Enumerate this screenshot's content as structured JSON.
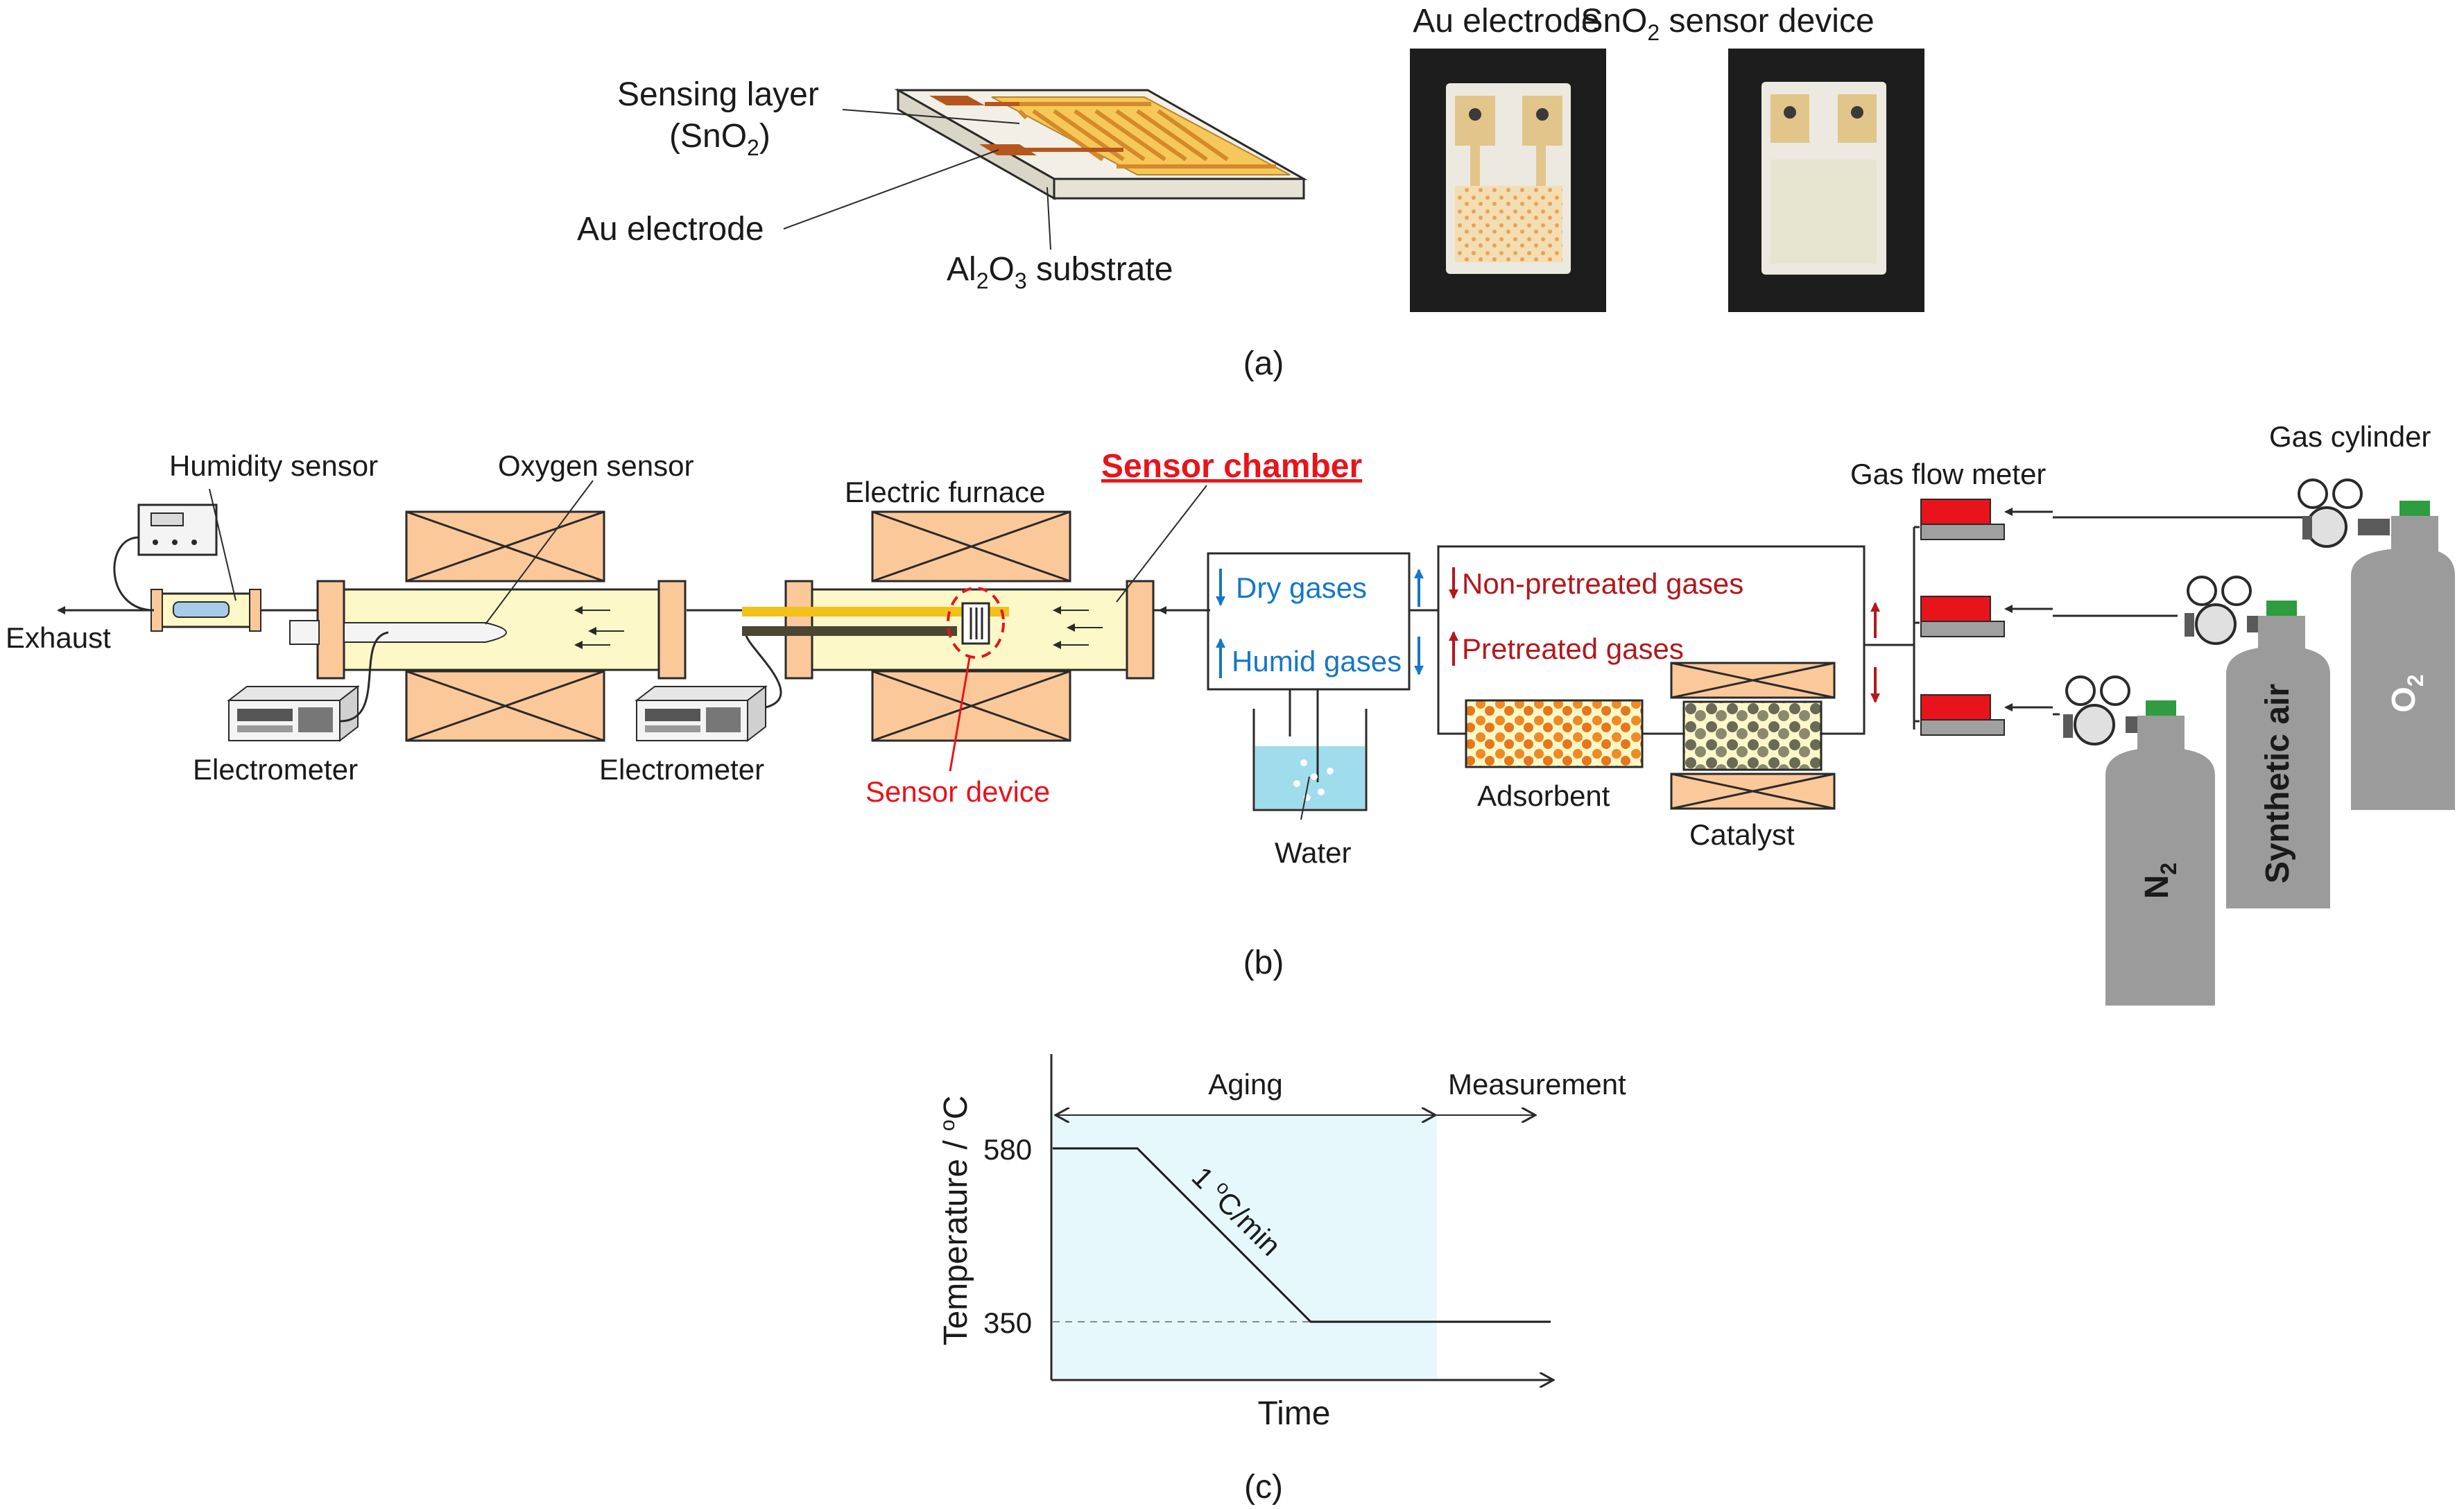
{
  "panel_a": {
    "labels": {
      "sensing_layer": "Sensing layer",
      "sensing_layer_sub_open": "(SnO",
      "sensing_layer_sub_num": "2",
      "sensing_layer_sub_close": ")",
      "au_electrode": "Au electrode",
      "substrate_pre": "Al",
      "substrate_n1": "2",
      "substrate_mid": "O",
      "substrate_n2": "3",
      "substrate_post": " substrate",
      "photo1_title": "Au electrode",
      "photo2_pre": "SnO",
      "photo2_num": "2",
      "photo2_post": " sensor device"
    },
    "caption": "(a)"
  },
  "panel_b": {
    "labels": {
      "humidity_sensor": "Humidity sensor",
      "oxygen_sensor": "Oxygen sensor",
      "electric_furnace": "Electric furnace",
      "sensor_chamber": "Sensor chamber",
      "exhaust": "Exhaust",
      "electrometer_left": "Electrometer",
      "electrometer_right": "Electrometer",
      "sensor_device": "Sensor device",
      "dry_gases": "Dry gases",
      "humid_gases": "Humid gases",
      "water": "Water",
      "non_pretreated": "Non-pretreated gases",
      "pretreated": "Pretreated gases",
      "adsorbent": "Adsorbent",
      "catalyst": "Catalyst",
      "gas_flow_meter": "Gas flow meter",
      "gas_cylinder": "Gas cylinder",
      "cyl_o2_letter": "O",
      "cyl_o2_num": "2",
      "cyl_air": "Synthetic air",
      "cyl_n2_letter": "N",
      "cyl_n2_num": "2"
    },
    "caption": "(b)"
  },
  "panel_c": {
    "labels": {
      "ylabel_pre": "Temperature / ",
      "ylabel_deg": "o",
      "ylabel_unit": "C",
      "xlabel": "Time",
      "aging": "Aging",
      "measurement": "Measurement",
      "rate_num": "1 ",
      "rate_deg": "o",
      "rate_unit": "C/min",
      "tick_580": "580",
      "tick_350": "350"
    },
    "caption": "(c)"
  },
  "colors": {
    "salmon": "#fbc89a",
    "tube_yellow": "#fdf8c8",
    "sensor_red": "#e8141b",
    "dry_blue": "#1577c8",
    "pretreat_red": "#b3171c",
    "cylinder_grey": "#9b9b9b",
    "valve_green": "#2e9c3f",
    "aging_fill": "#e6f8fb",
    "water_blue": "#9fdcec"
  }
}
